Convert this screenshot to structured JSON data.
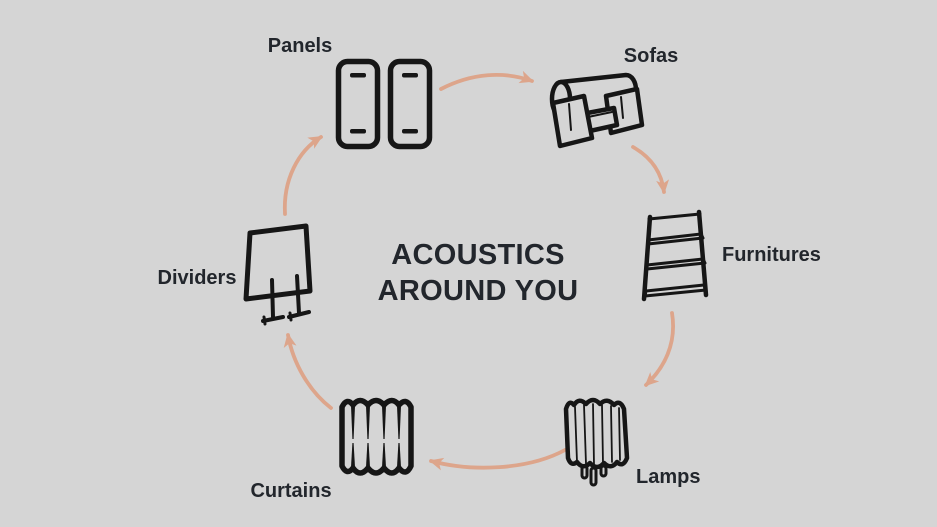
{
  "title": {
    "line1": "ACOUSTICS",
    "line2": "AROUND YOU"
  },
  "items": [
    {
      "id": "panels",
      "label": "Panels"
    },
    {
      "id": "sofas",
      "label": "Sofas"
    },
    {
      "id": "furnitures",
      "label": "Furnitures"
    },
    {
      "id": "lamps",
      "label": "Lamps"
    },
    {
      "id": "curtains",
      "label": "Curtains"
    },
    {
      "id": "dividers",
      "label": "Dividers"
    }
  ],
  "connections": [
    {
      "from": "Panels",
      "to": "Sofas"
    },
    {
      "from": "Sofas",
      "to": "Furnitures"
    },
    {
      "from": "Furnitures",
      "to": "Lamps"
    },
    {
      "from": "Lamps",
      "to": "Curtains"
    },
    {
      "from": "Curtains",
      "to": "Dividers"
    },
    {
      "from": "Dividers",
      "to": "Panels"
    }
  ],
  "colors": {
    "background": "#d5d5d5",
    "arrow": "#dda58b",
    "icon_ink": "#161616",
    "text": "#22262c"
  }
}
